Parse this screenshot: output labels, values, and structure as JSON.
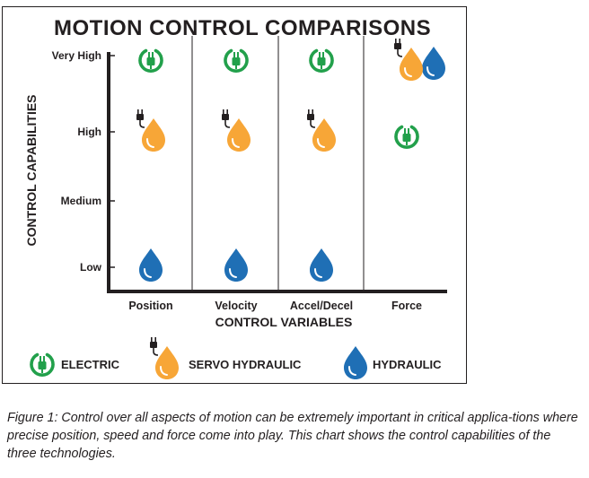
{
  "title": "MOTION CONTROL COMPARISONS",
  "caption": "Figure 1: Control over all aspects of motion can be extremely important in critical applica-tions where precise position, speed and force come into play. This chart shows the control capabilities of the three technologies.",
  "chart_data": {
    "type": "scatter",
    "title": "MOTION CONTROL COMPARISONS",
    "xlabel": "CONTROL VARIABLES",
    "ylabel": "CONTROL CAPABILITIES",
    "categories": [
      "Position",
      "Velocity",
      "Accel/Decel",
      "Force"
    ],
    "y_levels": [
      "Low",
      "Medium",
      "High",
      "Very High"
    ],
    "grid": "vertical dividers between categories",
    "legend_position": "bottom",
    "series": [
      {
        "name": "ELECTRIC",
        "icon": "electric-icon",
        "color": "#22a04b",
        "values": [
          "Very High",
          "Very High",
          "Very High",
          "High"
        ]
      },
      {
        "name": "SERVO HYDRAULIC",
        "icon": "servo-hydraulic-icon",
        "color": "#f7a637",
        "values": [
          "High",
          "High",
          "High",
          "Very High"
        ]
      },
      {
        "name": "HYDRAULIC",
        "icon": "hydraulic-icon",
        "color": "#1f6fb5",
        "values": [
          "Low",
          "Low",
          "Low",
          "Very High"
        ]
      }
    ]
  }
}
